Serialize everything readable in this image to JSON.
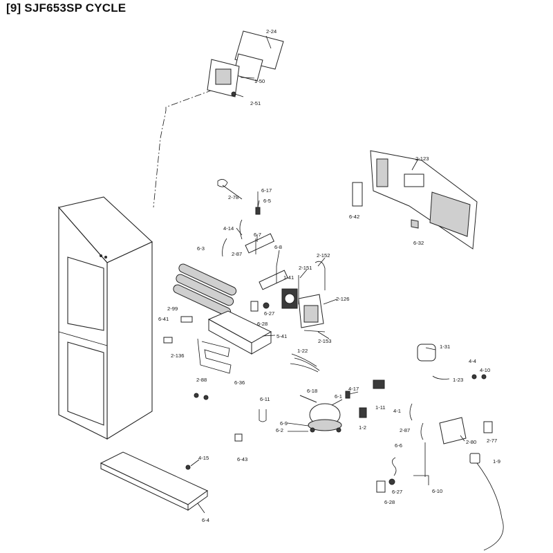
{
  "page": {
    "title": "[9] SJF653SP CYCLE"
  },
  "diagram": {
    "part_labels": [
      "2-24",
      "1-50",
      "2-51",
      "2-123",
      "6-17",
      "2-78",
      "6-5",
      "6-42",
      "4-14",
      "6-7",
      "6-32",
      "6-3",
      "2-87",
      "6-8",
      "2-152",
      "2-151",
      "1-41",
      "2-126",
      "2-99",
      "6-27",
      "6-41",
      "6-28",
      "5-41",
      "2-153",
      "2-136",
      "1-22",
      "1-31",
      "6-36",
      "4-4",
      "4-10",
      "1-23",
      "2-88",
      "6-18",
      "4-17",
      "6-1",
      "6-11",
      "1-11",
      "4-1",
      "6-9",
      "6-2",
      "2-87",
      "1-2",
      "6-6",
      "2-80",
      "2-77",
      "6-43",
      "4-15",
      "1-9",
      "6-27",
      "6-10",
      "6-28",
      "6-4"
    ]
  }
}
